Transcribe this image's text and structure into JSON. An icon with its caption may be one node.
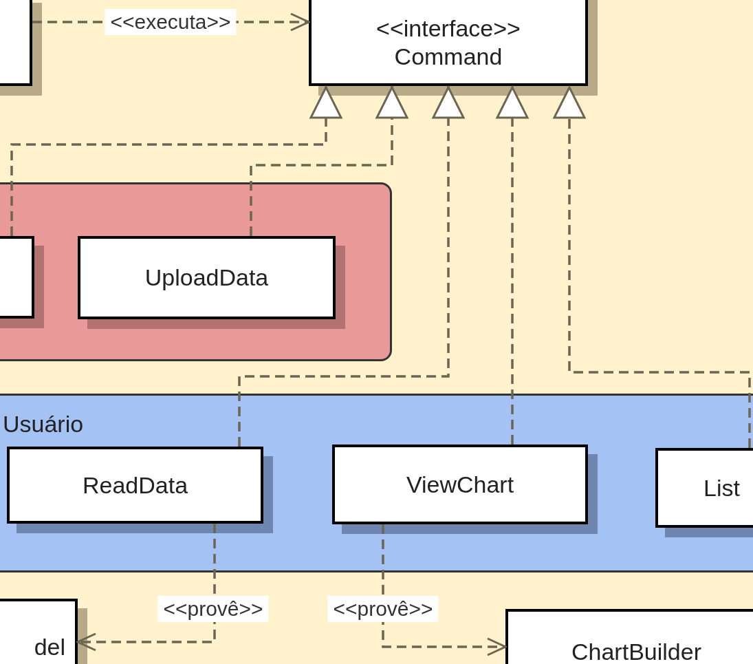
{
  "diagram": {
    "nodes": [
      {
        "text": [],
        "shape": "box"
      },
      {
        "text": [
          "<<interface>> Command"
        ]
      },
      {
        "text": [],
        "shape": "box"
      },
      {
        "text": [],
        "shape": "box",
        "in": 2
      },
      {
        "text": [
          "UploadData"
        ],
        "in": 2
      },
      {
        "text": [
          "Usuário"
        ]
      },
      {
        "text": [
          "ReadData"
        ],
        "in": 5
      },
      {
        "text": [
          "ViewChart"
        ],
        "in": 5
      },
      {
        "text": [
          "List"
        ],
        "in": 5
      },
      {
        "text": [
          "del"
        ]
      },
      {
        "text": [
          "ChartBuilder"
        ]
      }
    ],
    "edges": [
      {
        "from": 0,
        "to": 1,
        "arrow": "to",
        "label": "<<executa>>",
        "style": "dashed"
      },
      {
        "from": 3,
        "to": 1,
        "arrow": "to",
        "style": "dashed"
      },
      {
        "from": 4,
        "to": 1,
        "arrow": "to",
        "style": "dashed"
      },
      {
        "from": 6,
        "to": 1,
        "arrow": "to",
        "style": "dashed"
      },
      {
        "from": 7,
        "to": 1,
        "arrow": "to",
        "style": "dashed"
      },
      {
        "from": 8,
        "to": 1,
        "arrow": "to",
        "style": "dashed"
      },
      {
        "from": 6,
        "to": 9,
        "arrow": "to",
        "label": "<<provê>>",
        "style": "dashed"
      },
      {
        "from": 7,
        "to": 10,
        "arrow": "to",
        "label": "<<provê>>",
        "style": "dashed"
      }
    ]
  }
}
